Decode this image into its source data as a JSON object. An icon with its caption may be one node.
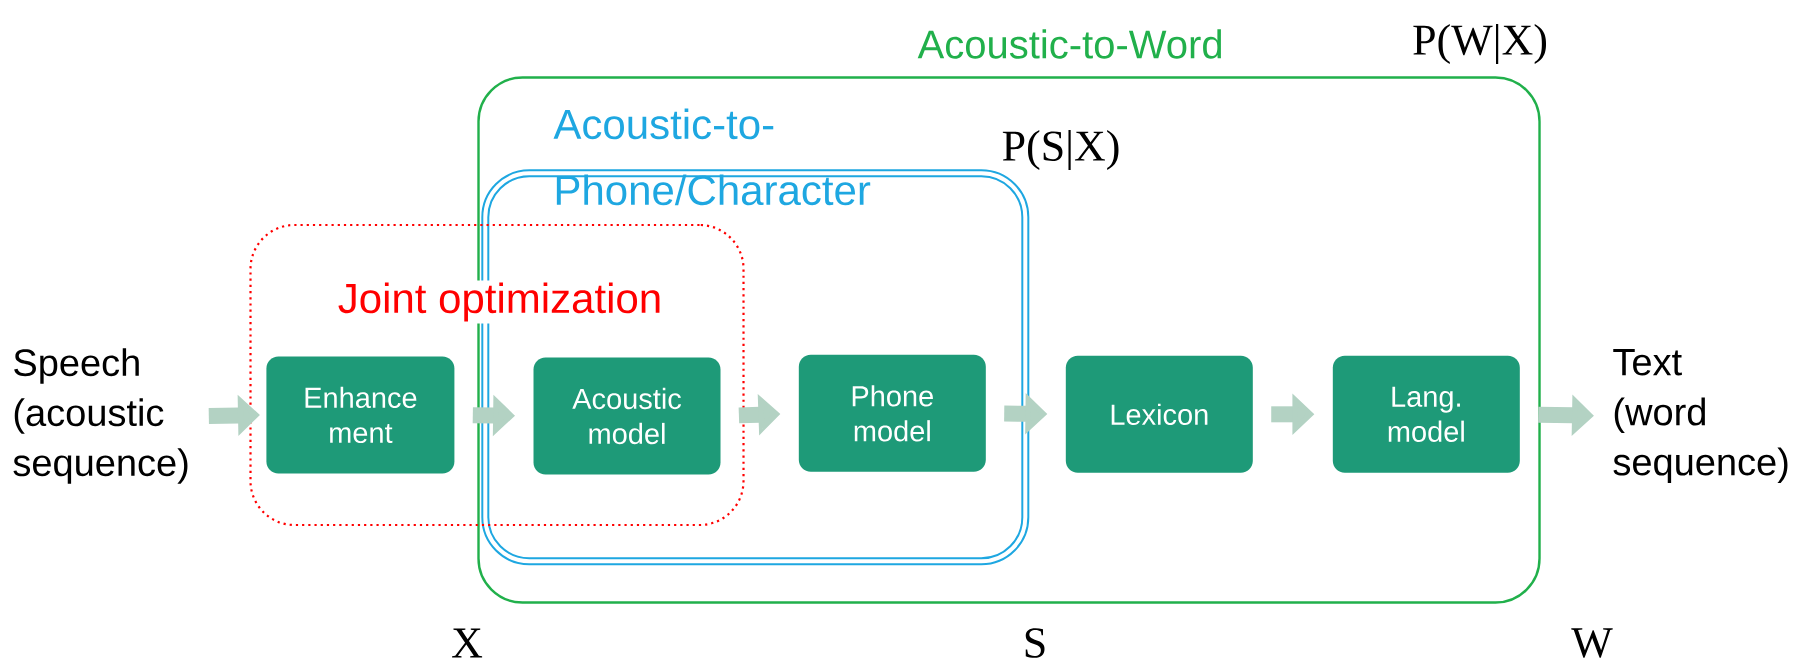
{
  "diagram": {
    "nodes": [
      {
        "text": [
          "Acoustic-to-Word"
        ],
        "beside": [
          "P(W|X)"
        ]
      },
      {
        "text": [
          "Acoustic-to-Phone/Character"
        ],
        "beside": [
          "P(S|X)"
        ],
        "in": 0
      },
      {
        "text": [
          "Joint optimization"
        ]
      },
      {
        "text": [
          "Speech (acoustic sequence)"
        ]
      },
      {
        "text": [
          "Enhance ment"
        ],
        "in": 2
      },
      {
        "text": [
          "Acoustic model"
        ]
      },
      {
        "text": [
          "Phone model"
        ],
        "in": 1
      },
      {
        "text": [
          "Lexicon"
        ],
        "in": 0
      },
      {
        "text": [
          "Lang. model"
        ],
        "in": 0
      },
      {
        "text": [
          "Text (word sequence)"
        ]
      }
    ],
    "edges": [
      {
        "from": 3,
        "to": 4,
        "arrow": "to"
      },
      {
        "from": 4,
        "to": 5,
        "arrow": "to"
      },
      {
        "from": 5,
        "to": 6,
        "arrow": "to"
      },
      {
        "from": 6,
        "to": 7,
        "arrow": "to"
      },
      {
        "from": 7,
        "to": 8,
        "arrow": "to"
      },
      {
        "from": 8,
        "to": 9,
        "arrow": "to"
      }
    ],
    "labels": [
      "X",
      "S",
      "W"
    ]
  }
}
